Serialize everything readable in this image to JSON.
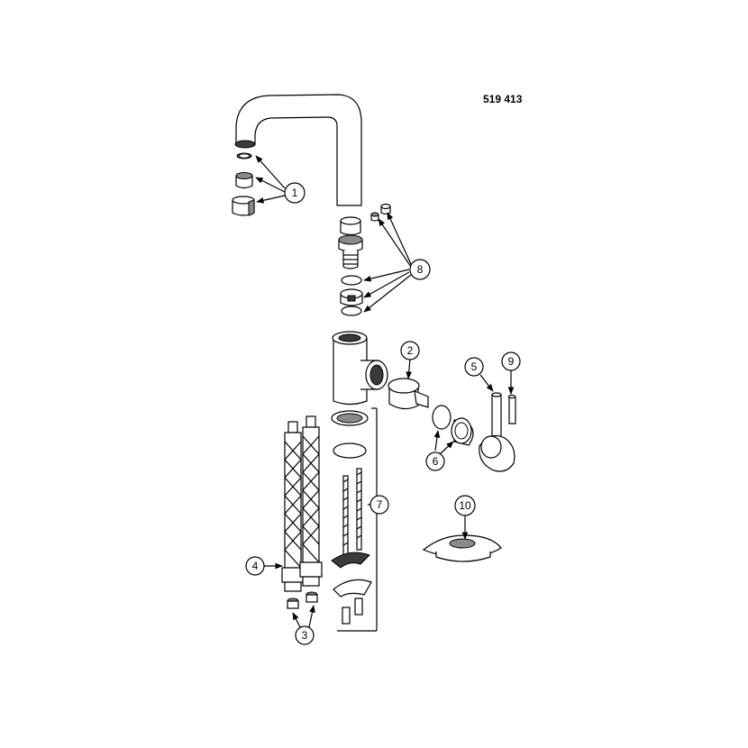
{
  "part_number": "519 413",
  "callouts": [
    {
      "id": "1",
      "label": "1"
    },
    {
      "id": "2",
      "label": "2"
    },
    {
      "id": "3",
      "label": "3"
    },
    {
      "id": "4",
      "label": "4"
    },
    {
      "id": "5",
      "label": "5"
    },
    {
      "id": "6",
      "label": "6"
    },
    {
      "id": "7",
      "label": "7"
    },
    {
      "id": "8",
      "label": "8"
    },
    {
      "id": "9",
      "label": "9"
    },
    {
      "id": "10",
      "label": "10"
    }
  ]
}
